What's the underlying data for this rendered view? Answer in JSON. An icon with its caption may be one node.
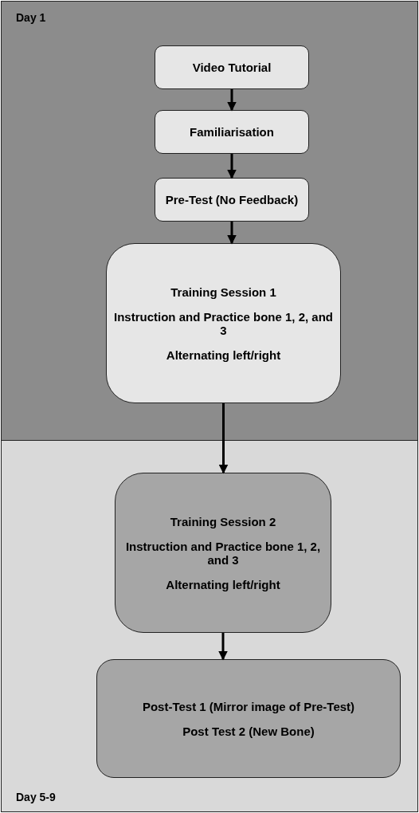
{
  "diagram": {
    "nodes": [
      {
        "text": [
          "Day 1"
        ]
      },
      {
        "text": [
          "Video Tutorial"
        ],
        "in": 0
      },
      {
        "text": [
          "Familiarisation"
        ],
        "in": 0
      },
      {
        "text": [
          "Pre-Test (No Feedback)"
        ],
        "in": 0
      },
      {
        "text": [
          "Training Session 1",
          "Instruction and Practice bone 1, 2, and 3",
          "Alternating left/right"
        ],
        "in": 0
      },
      {
        "text": [
          "Day 5-9"
        ]
      },
      {
        "text": [
          "Training Session 2",
          "Instruction and Practice bone 1, 2, and 3",
          "Alternating left/right"
        ],
        "in": 5
      },
      {
        "text": [
          "Post-Test 1 (Mirror image of Pre-Test)",
          "Post Test 2 (New Bone)"
        ],
        "in": 5
      }
    ],
    "edges": [
      {
        "from": 1,
        "to": 2,
        "arrow": "to"
      },
      {
        "from": 2,
        "to": 3,
        "arrow": "to"
      },
      {
        "from": 3,
        "to": 4,
        "arrow": "to"
      },
      {
        "from": 4,
        "to": 6,
        "arrow": "to"
      },
      {
        "from": 6,
        "to": 7,
        "arrow": "to"
      }
    ]
  }
}
